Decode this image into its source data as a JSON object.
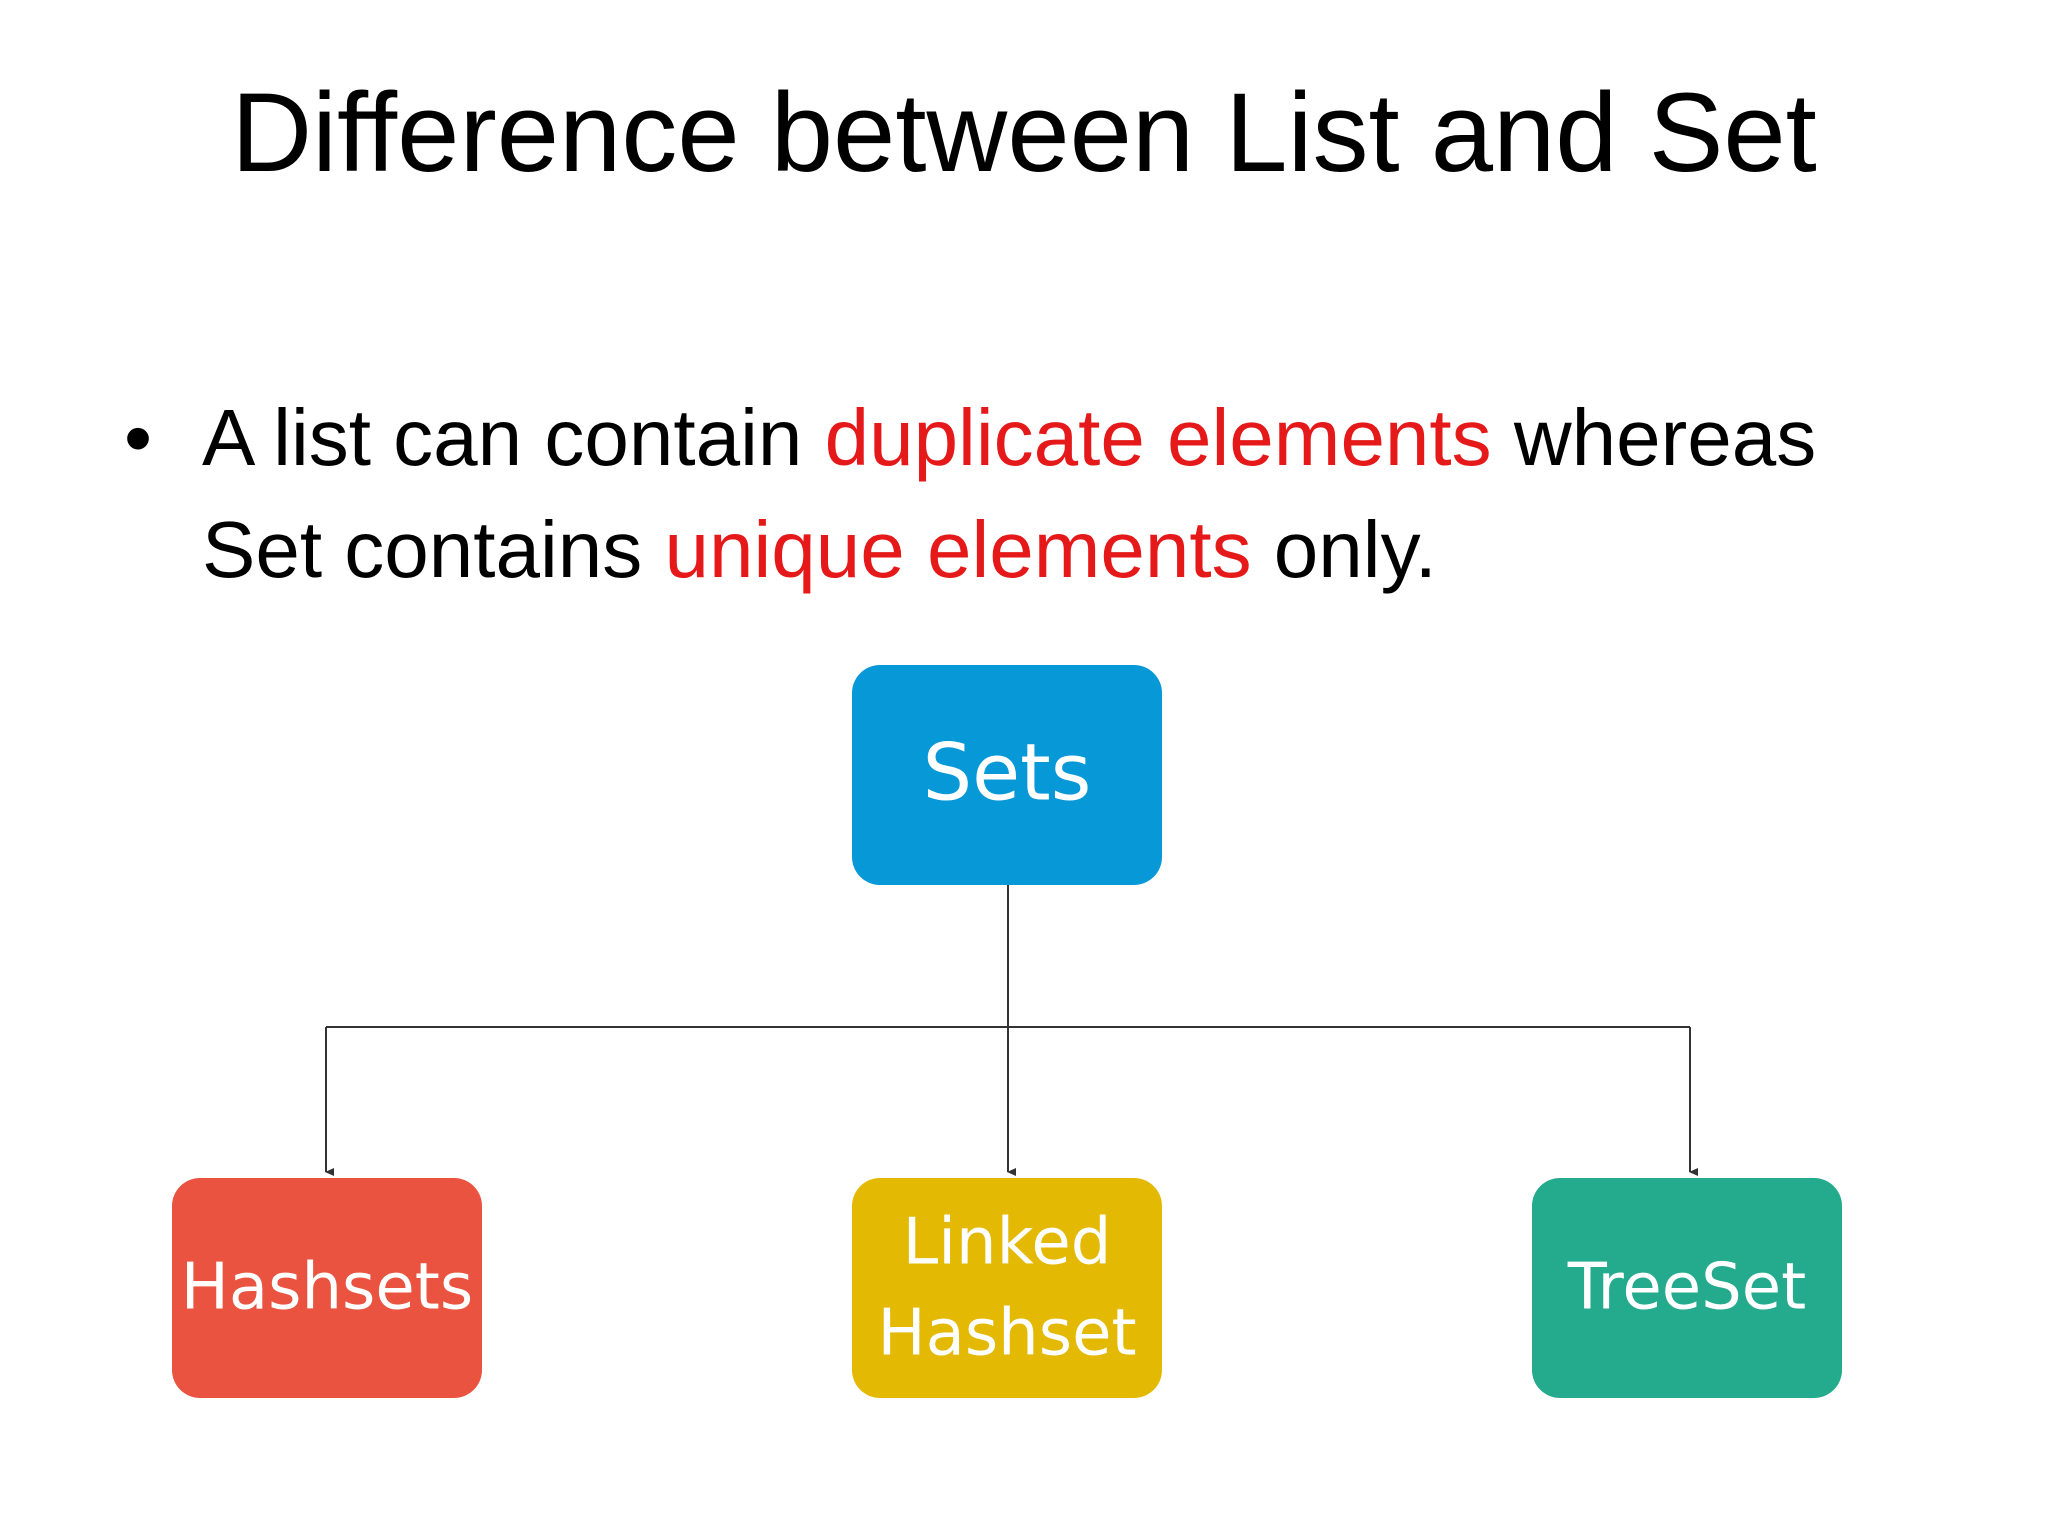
{
  "title": "Difference between List and Set",
  "bullet": {
    "symbol": "•",
    "line1_part1": "A list can contain ",
    "line1_highlight": "duplicate elements",
    "line1_part2": " whereas",
    "line2_part1": "Set contains ",
    "line2_highlight": "unique elements",
    "line2_part2": " only."
  },
  "colors": {
    "highlight": "#e51919",
    "sets": "#0798d8",
    "hashsets": "#e9533f",
    "linked_hashset": "#e3b904",
    "treeset": "#24aa8c",
    "connector": "#333333"
  },
  "diagram": {
    "root": {
      "label": "Sets"
    },
    "children": [
      {
        "label_line1": "Hashsets",
        "label_line2": ""
      },
      {
        "label_line1": "Linked",
        "label_line2": "Hashset"
      },
      {
        "label_line1": "TreeSet",
        "label_line2": ""
      }
    ]
  }
}
